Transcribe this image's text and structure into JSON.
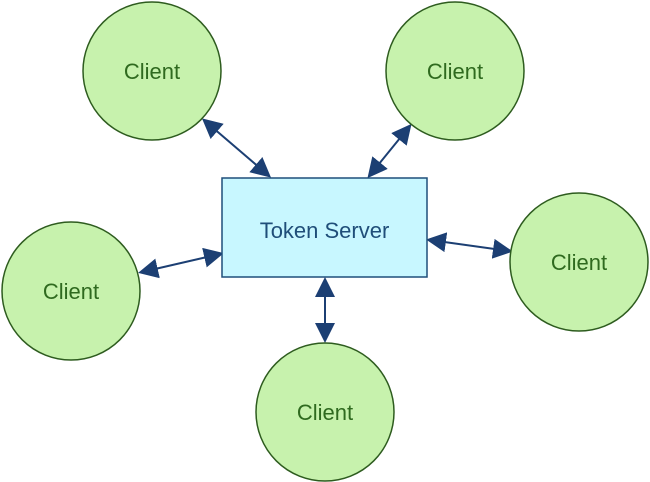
{
  "diagram": {
    "server": {
      "label": "Token Server",
      "fill": "#c8f7ff",
      "stroke": "#1f4f7a"
    },
    "clients": [
      {
        "label": "Client"
      },
      {
        "label": "Client"
      },
      {
        "label": "Client"
      },
      {
        "label": "Client"
      },
      {
        "label": "Client"
      }
    ],
    "client_style": {
      "fill": "#c7f2ad",
      "stroke": "#2e5c1f"
    },
    "connector": {
      "color": "#1c3f73",
      "style": "double-headed-arrow"
    }
  }
}
